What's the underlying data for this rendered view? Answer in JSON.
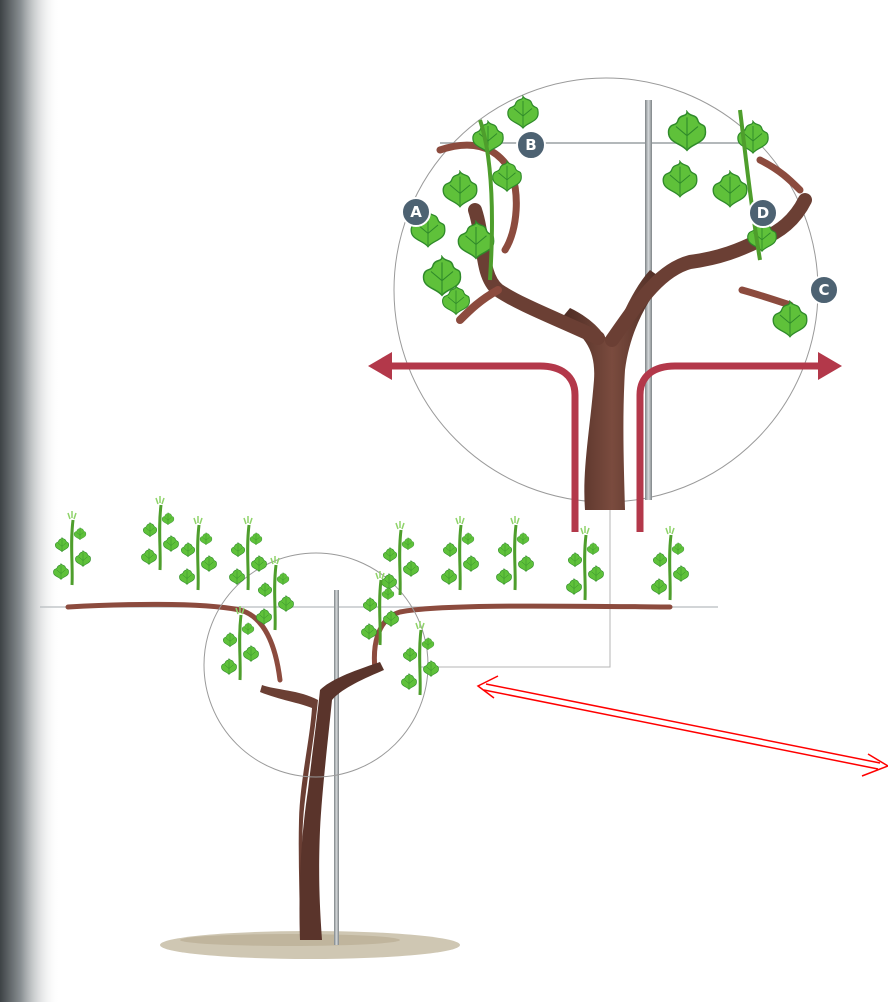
{
  "labels": {
    "a": "A",
    "b": "B",
    "c": "C",
    "d": "D"
  },
  "colors": {
    "trunk": "#6b3f34",
    "trunk_dark": "#4a2a22",
    "arm": "#8c4b3e",
    "leaf": "#5fc13a",
    "leaf_dark": "#2f8a2a",
    "wire": "#9aa0a3",
    "arrow": "#b3384a",
    "badge": "#4d6272",
    "pointer": "#ff0000",
    "soil": "#cfc7b3",
    "page_shade": "#4a4f52"
  },
  "icons": {
    "spur_shoots": "leafy-shoot-icon",
    "growth_direction": "bent-arrow-icon",
    "callout": "red-double-arrow-icon"
  }
}
